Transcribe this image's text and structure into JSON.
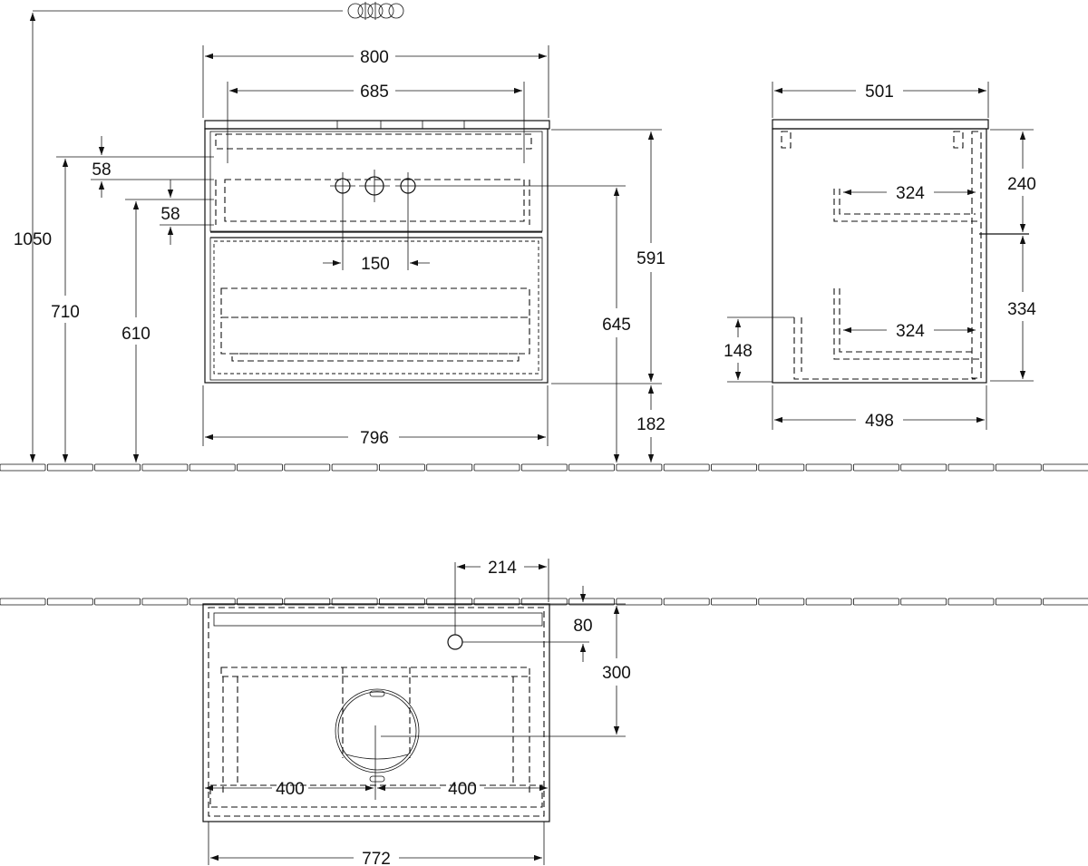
{
  "front_view": {
    "width_top": "800",
    "basin_width": "685",
    "total_height": "1050",
    "height_top_surface": "710",
    "height_drawer_top": "610",
    "offset_1": "58",
    "offset_2": "58",
    "tap_spacing": "150",
    "body_height": "591",
    "height_645": "645",
    "plinth_height": "182",
    "width_bottom": "796"
  },
  "side_view": {
    "depth_top": "501",
    "shelf_depth_upper": "324",
    "shelf_depth_lower": "324",
    "upper_height": "240",
    "lower_height": "334",
    "lower_offset": "148",
    "depth_bottom": "498"
  },
  "plan_view": {
    "hole_offset": "214",
    "hole_depth": "80",
    "siphon_depth": "300",
    "half_left": "400",
    "half_right": "400",
    "inner_width": "772"
  }
}
